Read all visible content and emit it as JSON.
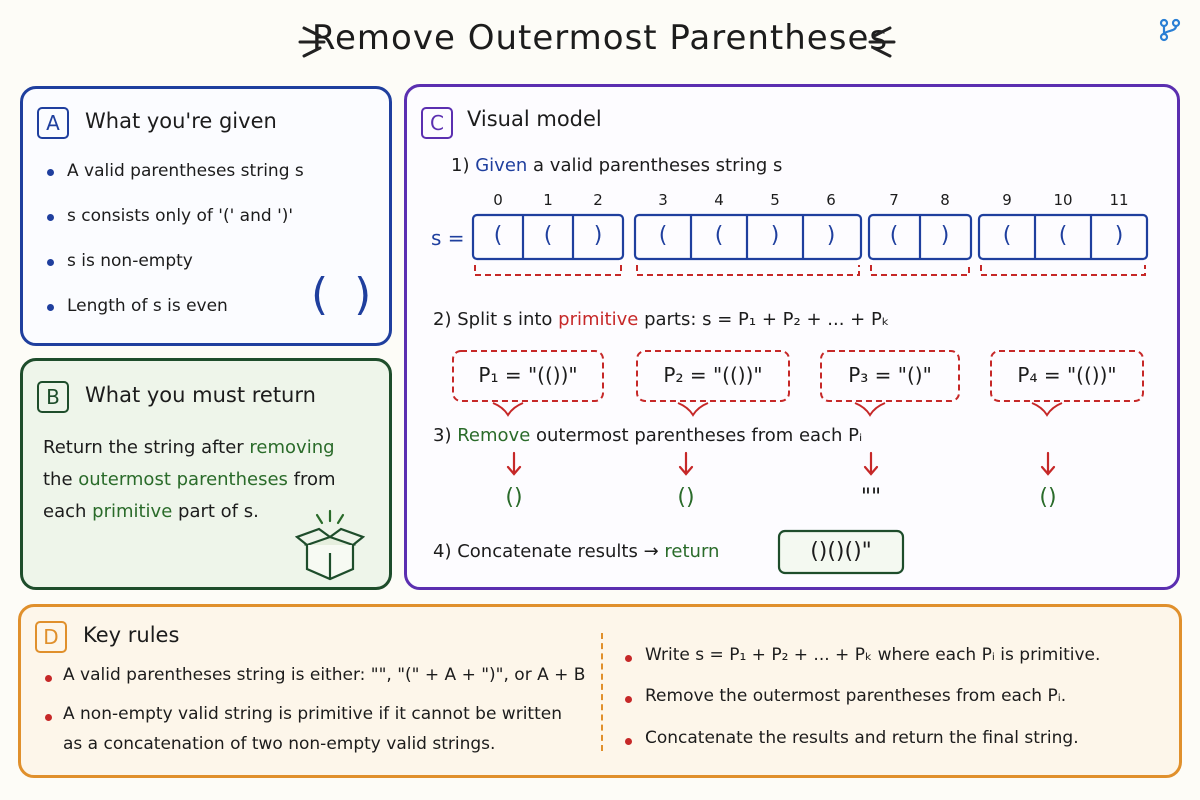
{
  "title": "Remove Outermost Parentheses",
  "panelA": {
    "tag": "A",
    "title": "What you're given",
    "bullets": [
      "A valid parentheses string s",
      "s consists only of '(' and ')'",
      "s is non-empty",
      "Length of s is even"
    ],
    "art": "( )"
  },
  "panelB": {
    "tag": "B",
    "title": "What you must return",
    "lines": [
      [
        "Return the string after ",
        "removing"
      ],
      [
        "the ",
        "outermost parentheses",
        " from"
      ],
      [
        "each ",
        "primitive",
        " part of s."
      ]
    ]
  },
  "panelC": {
    "tag": "C",
    "title": "Visual model",
    "step1": [
      "1)",
      "Given",
      "a valid parentheses string s"
    ],
    "s_label": "s =",
    "indices": [
      "0",
      "1",
      "2",
      "3",
      "4",
      "5",
      "6",
      "7",
      "8",
      "9",
      "10",
      "11"
    ],
    "chars": [
      "(",
      "(",
      ")",
      "(",
      "(",
      ")",
      ")",
      "(",
      ")",
      "(",
      "(",
      ")"
    ],
    "step2": {
      "num": "2)",
      "pre": "Split s into",
      "hl": "primitive",
      "post": "parts:",
      "eq": "s = P₁ + P₂ + ... + Pₖ"
    },
    "parts": [
      "P₁ = \"(())\"",
      "P₂ = \"(())\"",
      "P₃ = \"()\"",
      "P₄ = \"(())\""
    ],
    "step3": {
      "num": "3)",
      "hl": "Remove",
      "post": "outermost parentheses from each Pᵢ"
    },
    "results": [
      "()",
      "()",
      "\"\"",
      "()"
    ],
    "step4": {
      "num": "4)",
      "pre": "Concatenate results →",
      "hl": "return",
      "final": "()()()\""
    }
  },
  "panelD": {
    "tag": "D",
    "title": "Key rules",
    "left": [
      "A valid parentheses string is either: \"\", \"(\" + A + \")\", or A + B",
      "A non-empty valid string is primitive if it cannot be written",
      "as a concatenation of two non-empty valid strings."
    ],
    "right": [
      "Write s = P₁ + P₂ + ... + Pₖ  where each Pᵢ is primitive.",
      "Remove the outermost parentheses from each Pᵢ.",
      "Concatenate the results and return the final string."
    ]
  },
  "colors": {
    "blue": "#1f3f9e",
    "green": "#2a6b2a",
    "purple": "#5b2fb0",
    "orange": "#e0902c",
    "red": "#c62828"
  },
  "icons": [
    "git-branch-icon",
    "open-box-icon",
    "down-arrow-icon"
  ]
}
